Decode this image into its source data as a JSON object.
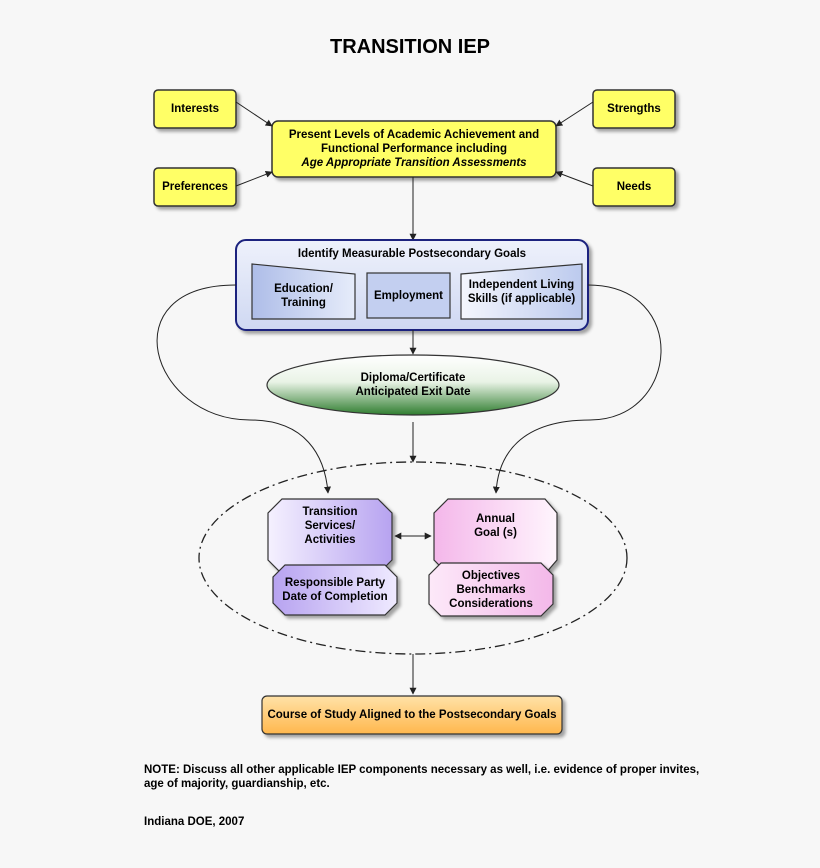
{
  "title": "TRANSITION IEP",
  "inputs": {
    "interests": "Interests",
    "strengths": "Strengths",
    "preferences": "Preferences",
    "needs": "Needs"
  },
  "present_levels": {
    "line1": "Present Levels of Academic Achievement and",
    "line2": "Functional Performance including",
    "line3": "Age Appropriate Transition Assessments"
  },
  "goals_box": {
    "heading": "Identify Measurable Postsecondary Goals",
    "education_line1": "Education/",
    "education_line2": "Training",
    "employment": "Employment",
    "independent_line1": "Independent Living",
    "independent_line2": "Skills (if applicable)"
  },
  "diploma": {
    "line1": "Diploma/Certificate",
    "line2": "Anticipated Exit Date"
  },
  "transition_services": {
    "line1": "Transition",
    "line2": "Services/",
    "line3": "Activities"
  },
  "responsible_party": {
    "line1": "Responsible Party",
    "line2": "Date of Completion"
  },
  "annual_goal": {
    "line1": "Annual",
    "line2": "Goal (s)"
  },
  "objectives": {
    "line1": "Objectives",
    "line2": "Benchmarks",
    "line3": "Considerations"
  },
  "course_of_study": "Course of Study Aligned to the Postsecondary Goals",
  "note": "NOTE: Discuss all other applicable IEP components necessary as well, i.e. evidence of proper invites, age of majority, guardianship, etc.",
  "credit": "Indiana DOE, 2007",
  "colors": {
    "yellow": "#ffff66",
    "blue_box": "#dde4f7",
    "blue_border": "#1a237e",
    "green": "#3f8f3f",
    "purple": "#c9b8f2",
    "pink": "#f6c6ee",
    "orange": "#ffc46a"
  }
}
